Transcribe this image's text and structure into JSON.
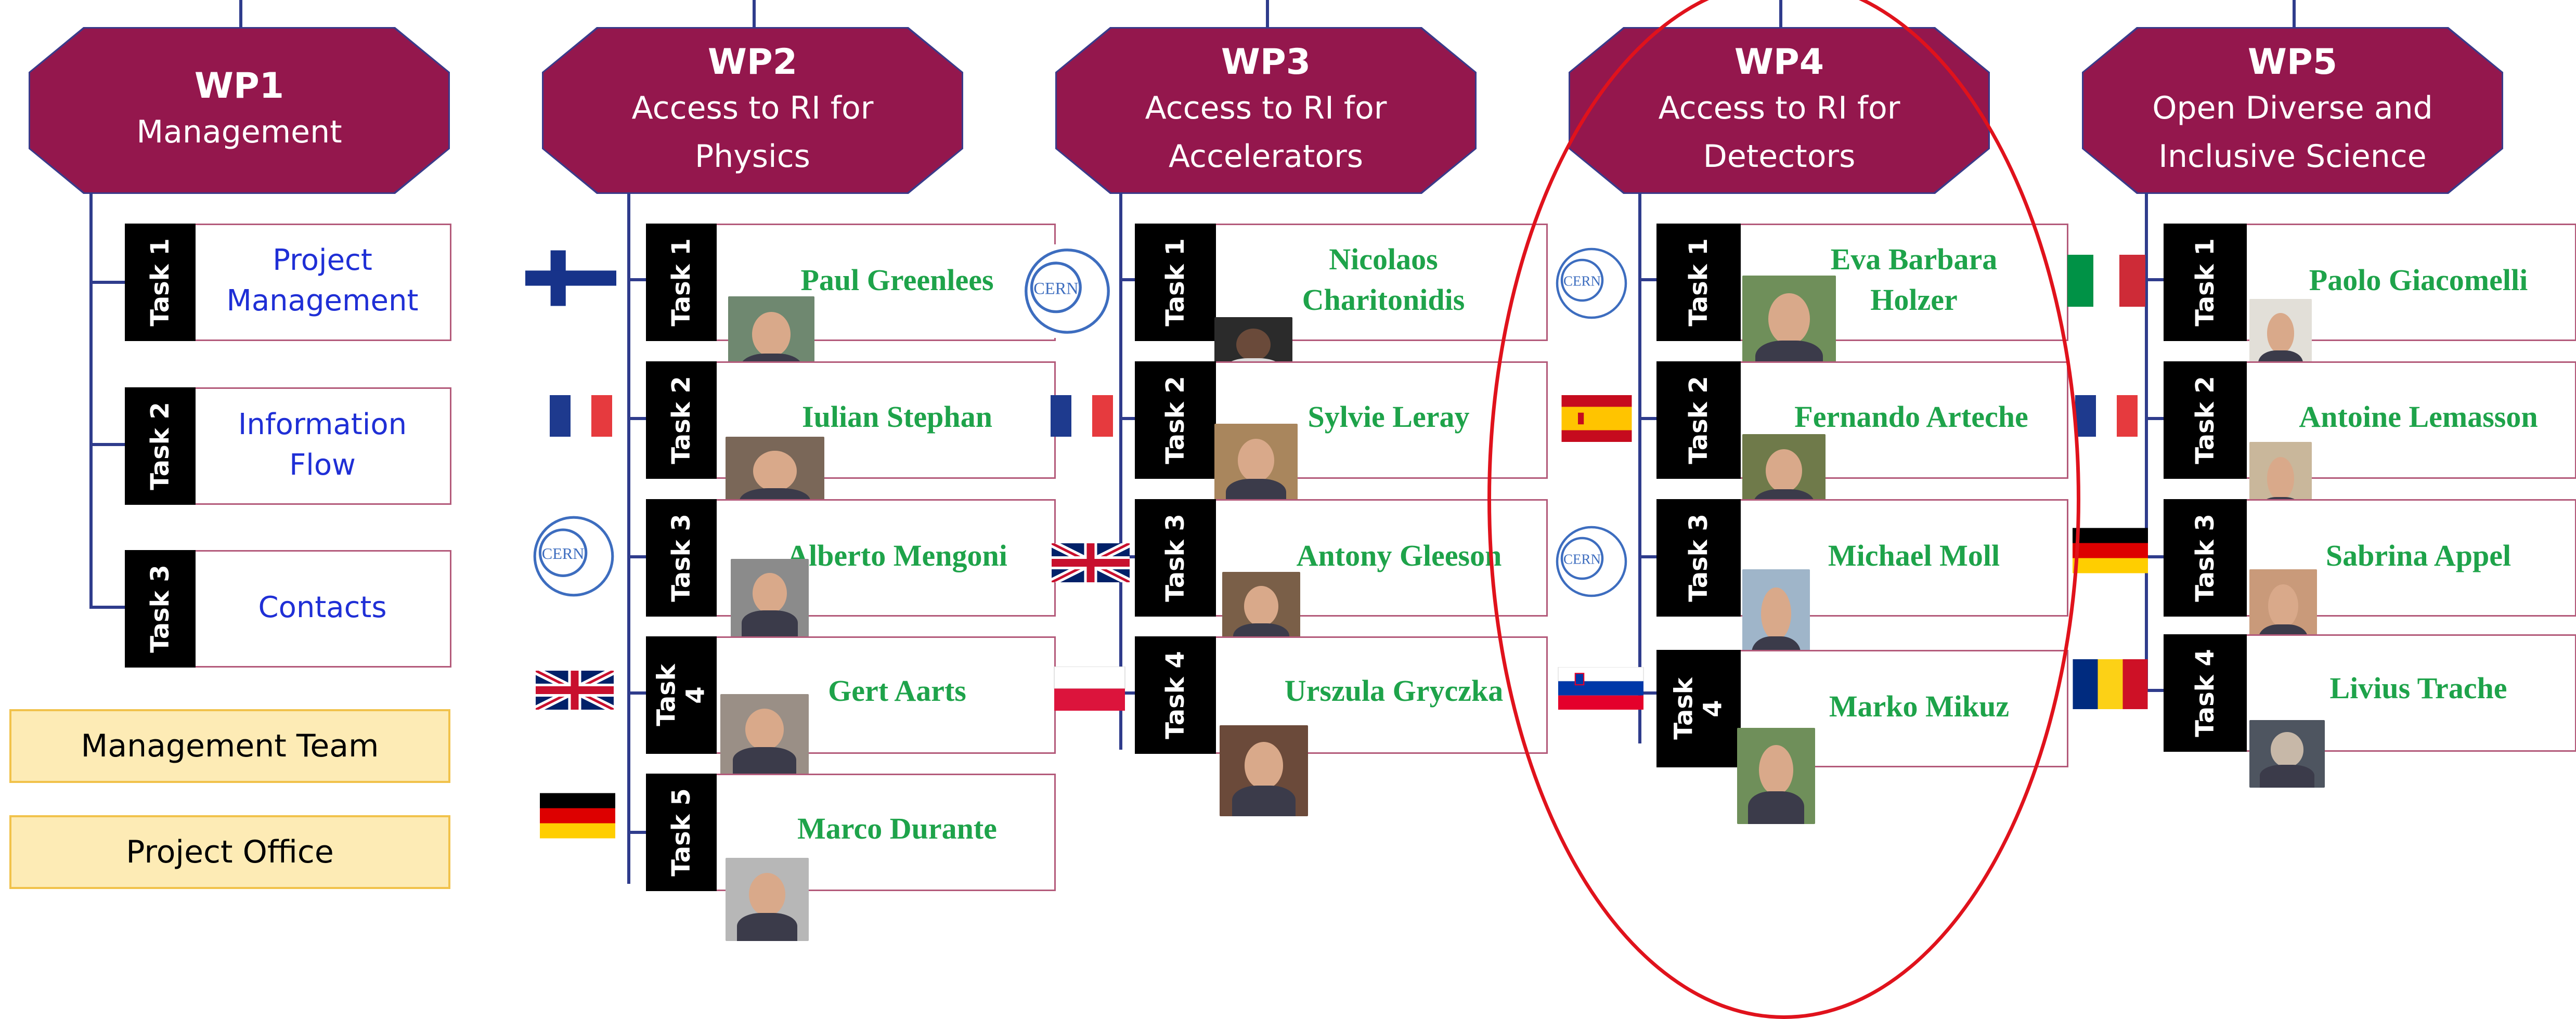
{
  "colors": {
    "header_fill": "#94174d",
    "connector": "#2f3c8c",
    "task_border": "#b35a7a",
    "wp1_text": "#1f2fd6",
    "leader_name": "#1ea34a",
    "highlight_ellipse": "#e0121c"
  },
  "work_packages": [
    {
      "id": "WP1",
      "title_lines": [
        "Management"
      ],
      "tasks": [
        {
          "label": "Task 1",
          "text_lines": [
            "Project",
            "Management"
          ]
        },
        {
          "label": "Task 2",
          "text_lines": [
            "Information",
            "Flow"
          ]
        },
        {
          "label": "Task 3",
          "text_lines": [
            "Contacts"
          ]
        }
      ]
    },
    {
      "id": "WP2",
      "title_lines": [
        "Access to RI for",
        "Physics"
      ],
      "tasks": [
        {
          "label": "Task 1",
          "leader": "Paul Greenlees",
          "flag": "finland"
        },
        {
          "label": "Task 2",
          "leader": "Iulian Stephan",
          "flag": "france"
        },
        {
          "label": "Task 3",
          "leader": "Alberto Mengoni",
          "flag": "cern"
        },
        {
          "label_lines": [
            "Task",
            "4"
          ],
          "leader": "Gert Aarts",
          "flag": "uk"
        },
        {
          "label": "Task 5",
          "leader": "Marco Durante",
          "flag": "germany"
        }
      ]
    },
    {
      "id": "WP3",
      "title_lines": [
        "Access to RI for",
        "Accelerators"
      ],
      "tasks": [
        {
          "label": "Task 1",
          "leader_lines": [
            "Nicolaos",
            "Charitonidis"
          ],
          "flag": "cern"
        },
        {
          "label": "Task 2",
          "leader": "Sylvie Leray",
          "flag": "france"
        },
        {
          "label": "Task 3",
          "leader": "Antony Gleeson",
          "flag": "uk"
        },
        {
          "label": "Task 4",
          "leader": "Urszula Gryczka",
          "flag": "poland"
        }
      ]
    },
    {
      "id": "WP4",
      "title_lines": [
        "Access to RI for",
        "Detectors"
      ],
      "tasks": [
        {
          "label": "Task 1",
          "leader_lines": [
            "Eva Barbara",
            "Holzer"
          ],
          "flag": "cern"
        },
        {
          "label": "Task 2",
          "leader": "Fernando Arteche",
          "flag": "spain"
        },
        {
          "label": "Task 3",
          "leader": "Michael Moll",
          "flag": "cern"
        },
        {
          "label_lines": [
            "Task",
            "4"
          ],
          "leader": "Marko Mikuz",
          "flag": "slovenia"
        }
      ]
    },
    {
      "id": "WP5",
      "title_lines": [
        "Open Diverse and",
        "Inclusive Science"
      ],
      "tasks": [
        {
          "label": "Task 1",
          "leader": "Paolo Giacomelli",
          "flag": "italy"
        },
        {
          "label": "Task 2",
          "leader": "Antoine Lemasson",
          "flag": "france"
        },
        {
          "label": "Task 3",
          "leader": "Sabrina Appel",
          "flag": "germany"
        },
        {
          "label": "Task 4",
          "leader": "Livius Trache",
          "flag": "romania"
        }
      ]
    }
  ],
  "side_boxes": {
    "management_team": "Management Team",
    "project_office": "Project Office"
  },
  "cern_logo_text": "CERN"
}
